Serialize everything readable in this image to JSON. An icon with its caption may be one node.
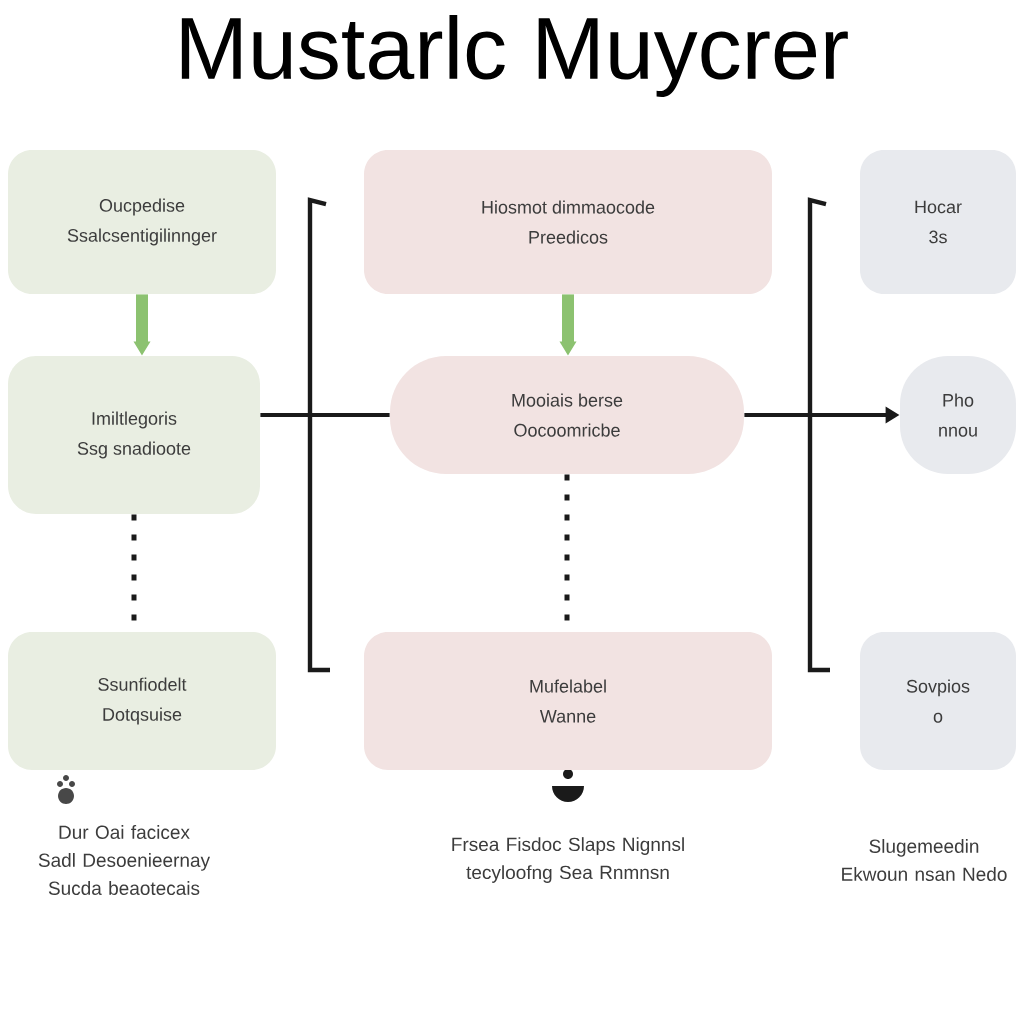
{
  "diagram": {
    "title": "Mustarlc Muycrer",
    "nodes": [
      {
        "text": [
          "Oucpedise",
          "Ssalcsentigilinnger"
        ]
      },
      {
        "text": [
          "Imiltlegoris",
          "Ssg snadioote"
        ]
      },
      {
        "text": [
          "Ssunfiodelt",
          "Dotqsuise"
        ]
      },
      {
        "text": [
          "Hiosmot dimmaocode",
          "Preedicos"
        ]
      },
      {
        "text": [
          "Mooiais berse",
          "Oocoomricbe"
        ]
      },
      {
        "text": [
          "Mufelabel",
          "Wanne"
        ]
      },
      {
        "text": [
          "Hocar",
          "3s"
        ]
      },
      {
        "text": [
          "Pho",
          "nnou"
        ]
      },
      {
        "text": [
          "Sovpios",
          "o"
        ]
      }
    ],
    "edges": [
      {
        "from": 0,
        "to": 1,
        "arrow": "to",
        "style": "thick",
        "color": "#8cc270"
      },
      {
        "from": 3,
        "to": 4,
        "arrow": "to",
        "style": "thick",
        "color": "#8cc270"
      },
      {
        "from": 1,
        "to": 4,
        "arrow": "none"
      },
      {
        "from": 4,
        "to": 7,
        "arrow": "to"
      },
      {
        "from": 1,
        "to": 2,
        "arrow": "none",
        "style": "dashed"
      },
      {
        "from": 4,
        "to": 5,
        "arrow": "none",
        "style": "dashed"
      }
    ],
    "labels": [
      "Dur Oai facicex Sadl Desoenieernay Sucda beaotecais",
      "Frsea Fisdoc Slaps Nignnsl tecyloofng Sea Rnmnsn",
      "Slugemeedin Ekwoun nsan Nedo"
    ]
  }
}
